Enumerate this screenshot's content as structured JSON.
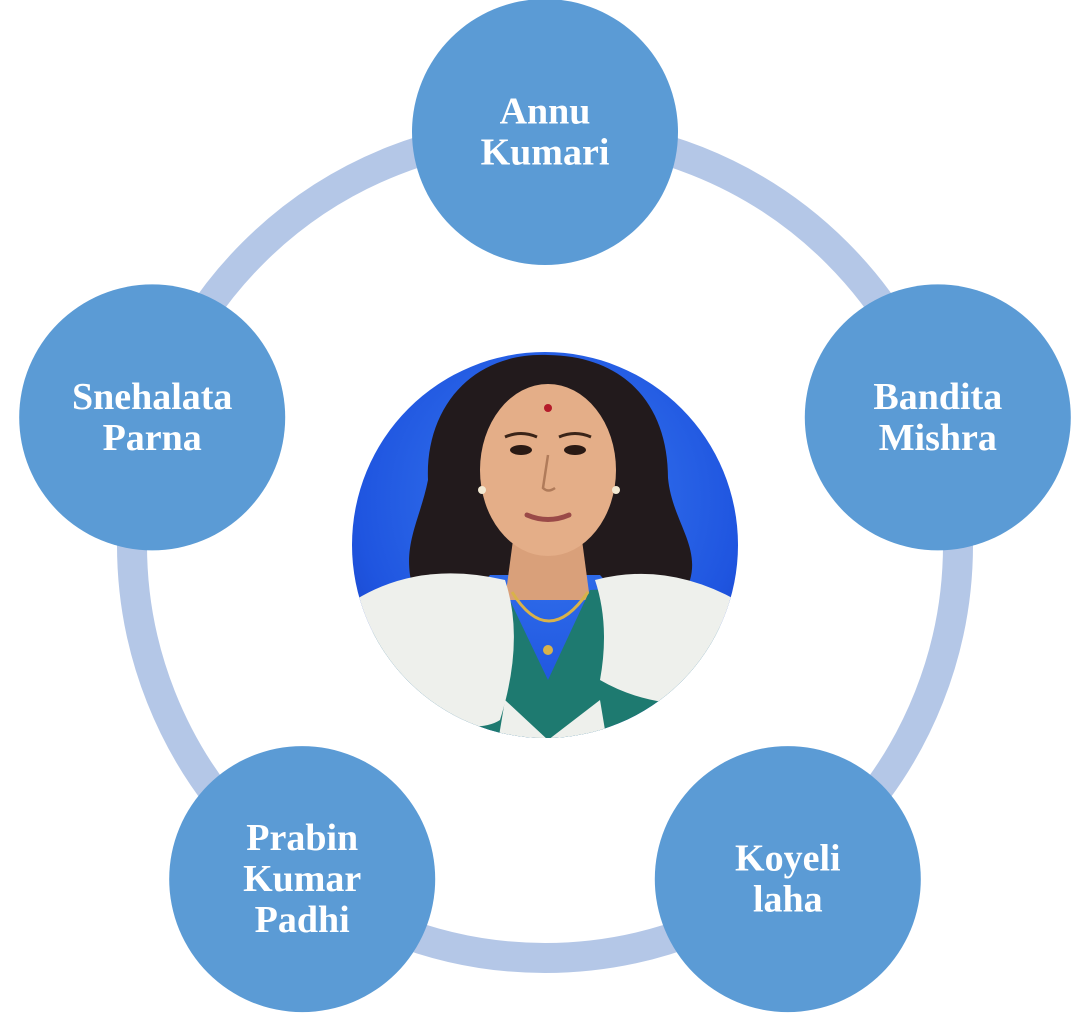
{
  "colors": {
    "node_fill": "#5b9bd5",
    "ring_stroke": "#b4c7e7",
    "label_text": "#ffffff",
    "photo_background": "#1f4fd8"
  },
  "center": {
    "icon": "person-portrait-icon"
  },
  "nodes": [
    {
      "id": "annu",
      "lines": [
        "Annu",
        "Kumari"
      ]
    },
    {
      "id": "bandita",
      "lines": [
        "Bandita",
        "Mishra"
      ]
    },
    {
      "id": "koyeli",
      "lines": [
        "Koyeli",
        "laha"
      ]
    },
    {
      "id": "prabin",
      "lines": [
        "Prabin",
        "Kumar",
        "Padhi"
      ]
    },
    {
      "id": "snehalata",
      "lines": [
        "Snehalata",
        "Parna"
      ]
    }
  ]
}
